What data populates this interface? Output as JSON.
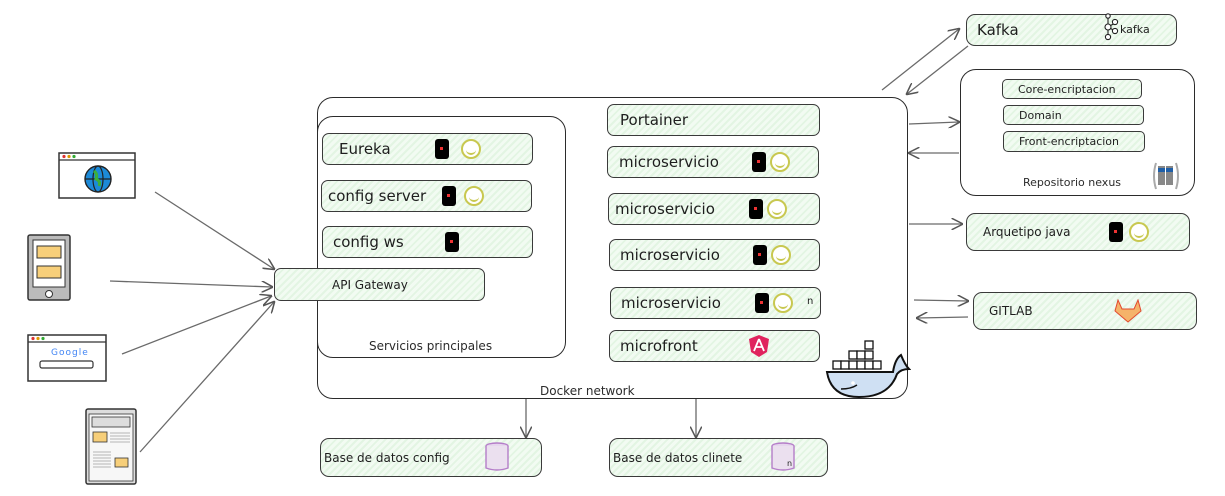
{
  "clients": [
    {
      "name": "web-browser",
      "icon": "globe-browser-icon"
    },
    {
      "name": "mobile",
      "icon": "mobile-phone-icon"
    },
    {
      "name": "search-browser",
      "icon": "google-browser-icon",
      "text": "Google"
    },
    {
      "name": "tablet",
      "icon": "tablet-document-icon"
    }
  ],
  "docker_network": {
    "label": "Docker network",
    "icon": "docker-whale-icon",
    "servicios_principales": {
      "label": "Servicios principales",
      "items": [
        {
          "label": "Eureka",
          "icons": [
            "java-icon",
            "spring-icon"
          ]
        },
        {
          "label": "config server",
          "icons": [
            "java-icon",
            "spring-icon"
          ]
        },
        {
          "label": "config ws",
          "icons": [
            "java-icon"
          ]
        }
      ]
    },
    "api_gateway": {
      "label": "API Gateway"
    },
    "services": [
      {
        "label": "Portainer",
        "icons": []
      },
      {
        "label": "microservicio",
        "icons": [
          "java-icon",
          "spring-icon"
        ]
      },
      {
        "label": "microservicio",
        "icons": [
          "java-icon",
          "spring-icon"
        ]
      },
      {
        "label": "microservicio",
        "icons": [
          "java-icon",
          "spring-icon"
        ]
      },
      {
        "label": "microservicio",
        "icons": [
          "java-icon",
          "spring-icon"
        ],
        "suffix": "n"
      },
      {
        "label": "microfront",
        "icons": [
          "angular-icon"
        ]
      }
    ]
  },
  "kafka": {
    "label": "Kafka",
    "logo_text": "kafka"
  },
  "nexus": {
    "label": "Repositorio nexus",
    "items": [
      "Core-encriptacion",
      "Domain",
      "Front-encriptacion"
    ]
  },
  "arquetipo": {
    "label": "Arquetipo java"
  },
  "gitlab": {
    "label": "GITLAB"
  },
  "databases": [
    {
      "label": "Base de datos config"
    },
    {
      "label": "Base de datos clinete",
      "suffix": "n"
    }
  ],
  "colors": {
    "box_fill": "#e3f5e3",
    "stroke": "#2b2b2b",
    "spring": "#c8c850",
    "angular": "#e0245e",
    "gitlab": "#f08a3c",
    "db": "#b57ec9",
    "docker": "#a9c8e8"
  }
}
